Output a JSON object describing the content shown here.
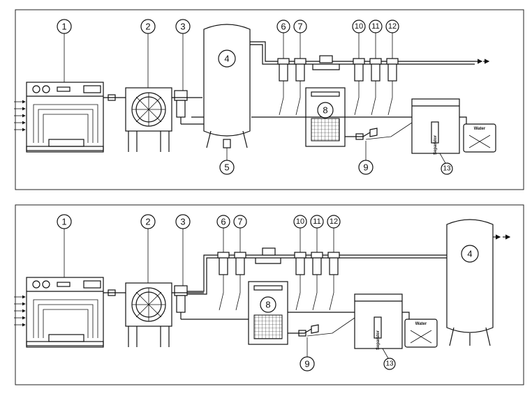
{
  "panels": [
    {
      "labels": [
        "1",
        "2",
        "3",
        "4",
        "5",
        "6",
        "7",
        "8",
        "9",
        "10",
        "11",
        "12",
        "13"
      ],
      "water_tank_label": "Water",
      "separator_label": "Separator"
    },
    {
      "labels": [
        "1",
        "2",
        "3",
        "4",
        "6",
        "7",
        "8",
        "9",
        "10",
        "11",
        "12",
        "13"
      ],
      "water_tank_label": "Water",
      "separator_label": "Separator"
    }
  ],
  "colors": {
    "line": "#111111",
    "background": "#ffffff",
    "frame": "#222222"
  }
}
